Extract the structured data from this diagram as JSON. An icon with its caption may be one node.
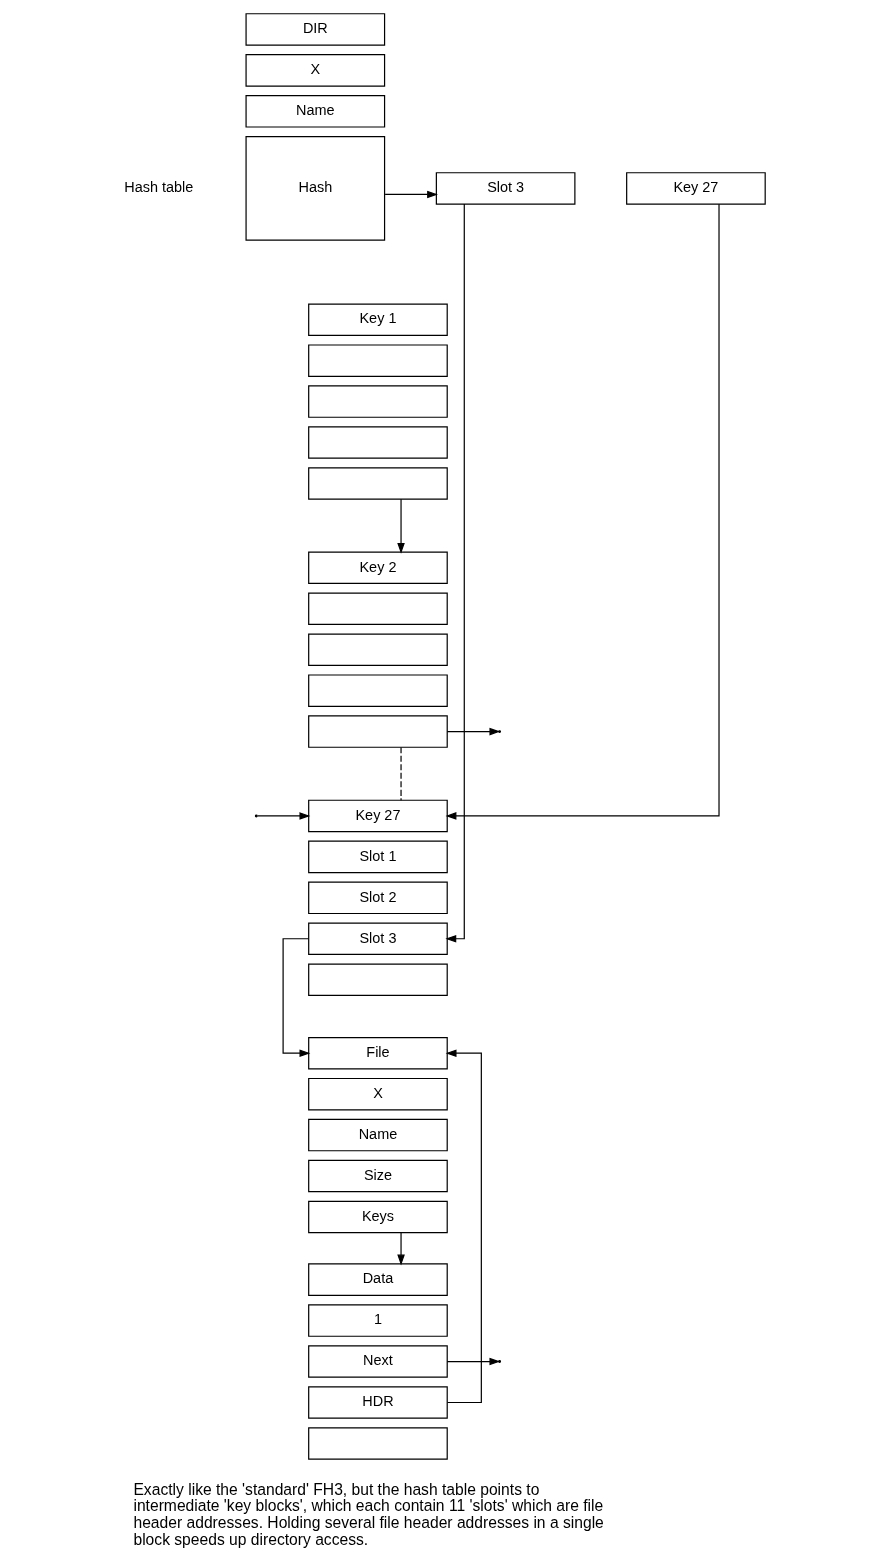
{
  "diagram": {
    "caption": "Exactly like the 'standard' FH3, but the hash table points to intermediate 'key blocks', which each contain 11 'slots' which are file header addresses. Holding several file header addresses in a single block speeds up directory access.",
    "nodes": [
      {
        "text": [
          "DIR"
        ]
      },
      {
        "text": [
          "X"
        ]
      },
      {
        "text": [
          "Name"
        ]
      },
      {
        "text": [
          "Hash"
        ]
      },
      {
        "text": [
          "Slot 3"
        ]
      },
      {
        "text": [
          "Key 27"
        ]
      },
      {
        "text": [
          "Key 1"
        ]
      },
      {
        "text": [],
        "shape": "box"
      },
      {
        "text": [],
        "shape": "box"
      },
      {
        "text": [],
        "shape": "box"
      },
      {
        "text": [],
        "shape": "box"
      },
      {
        "text": [
          "Key 2"
        ]
      },
      {
        "text": [],
        "shape": "box"
      },
      {
        "text": [],
        "shape": "box"
      },
      {
        "text": [],
        "shape": "box"
      },
      {
        "text": [],
        "shape": "box"
      },
      {
        "text": [
          "Key 27"
        ]
      },
      {
        "text": [
          "Slot 1"
        ]
      },
      {
        "text": [
          "Slot 2"
        ]
      },
      {
        "text": [
          "Slot 3"
        ]
      },
      {
        "text": [],
        "shape": "box"
      },
      {
        "text": [
          "File"
        ]
      },
      {
        "text": [
          "X"
        ]
      },
      {
        "text": [
          "Name"
        ]
      },
      {
        "text": [
          "Size"
        ]
      },
      {
        "text": [
          "Keys"
        ]
      },
      {
        "text": [
          "Data"
        ]
      },
      {
        "text": [
          "1"
        ]
      },
      {
        "text": [
          "Next"
        ]
      },
      {
        "text": [
          "HDR"
        ]
      },
      {
        "text": [],
        "shape": "box"
      }
    ],
    "edges": [
      {
        "from": 3,
        "to": 4,
        "arrow": "to"
      },
      {
        "from": 4,
        "to": 19,
        "arrow": "to"
      },
      {
        "from": 5,
        "to": 16,
        "arrow": "to"
      },
      {
        "from": 10,
        "to": 11,
        "arrow": "to"
      },
      {
        "from": 15,
        "to": null,
        "arrow": "to"
      },
      {
        "from": 15,
        "to": 16,
        "arrow": "none",
        "style": "dashed"
      },
      {
        "from": null,
        "to": 16,
        "arrow": "to"
      },
      {
        "from": 19,
        "to": 21,
        "arrow": "to"
      },
      {
        "from": 25,
        "to": 26,
        "arrow": "to"
      },
      {
        "from": 29,
        "to": 21,
        "arrow": "to"
      },
      {
        "from": 28,
        "to": null,
        "arrow": "to"
      }
    ],
    "labels": [
      "Hash table"
    ]
  }
}
